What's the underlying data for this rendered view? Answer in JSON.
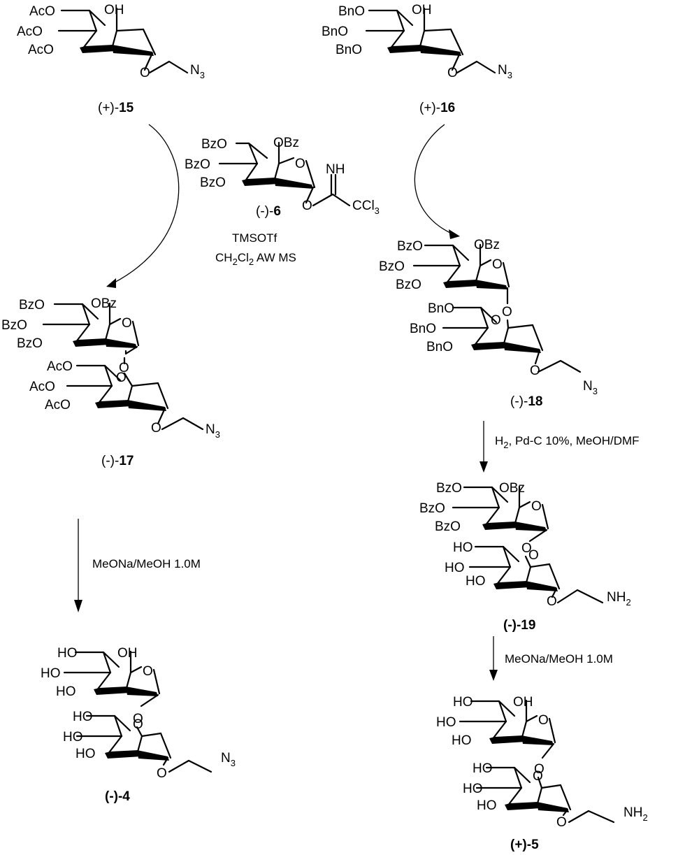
{
  "compounds": {
    "c15": {
      "label_prefix": "(+)-",
      "label_num": "15",
      "subs": [
        "AcO",
        "AcO",
        "AcO",
        "OH"
      ],
      "tail": "N",
      "tail_sub": "3"
    },
    "c16": {
      "label_prefix": "(+)-",
      "label_num": "16",
      "subs": [
        "BnO",
        "BnO",
        "BnO",
        "OH"
      ],
      "tail": "N",
      "tail_sub": "3"
    },
    "c6": {
      "label_prefix": "(-)-",
      "label_num": "6",
      "subs": [
        "BzO",
        "BzO",
        "BzO",
        "OBz"
      ],
      "ring_o": "O",
      "nh": "NH",
      "ccl": "CCl",
      "ccl_sub": "3"
    },
    "c17": {
      "label_prefix": "(-)-",
      "label_num": "17",
      "top_subs": [
        "BzO",
        "BzO",
        "BzO",
        "OBz"
      ],
      "bot_subs": [
        "AcO",
        "AcO",
        "AcO"
      ],
      "tail": "N",
      "tail_sub": "3"
    },
    "c18": {
      "label_prefix": "(-)-",
      "label_num": "18",
      "top_subs": [
        "BzO",
        "BzO",
        "BzO",
        "OBz"
      ],
      "bot_subs": [
        "BnO",
        "BnO",
        "BnO"
      ],
      "tail": "N",
      "tail_sub": "3"
    },
    "c19": {
      "label": "(-)-19",
      "top_subs": [
        "BzO",
        "BzO",
        "BzO",
        "OBz"
      ],
      "bot_subs": [
        "HO",
        "HO",
        "HO"
      ],
      "tail": "NH",
      "tail_sub": "2"
    },
    "c4": {
      "label": "(-)-4",
      "top_subs": [
        "HO",
        "HO",
        "HO",
        "OH"
      ],
      "bot_subs": [
        "HO",
        "HO",
        "HO"
      ],
      "tail": "N",
      "tail_sub": "3"
    },
    "c5": {
      "label": "(+)-5",
      "top_subs": [
        "HO",
        "HO",
        "HO",
        "OH"
      ],
      "bot_subs": [
        "HO",
        "HO",
        "HO"
      ],
      "tail": "NH",
      "tail_sub": "2"
    }
  },
  "atoms": {
    "ring_o": "O",
    "link_o": "O"
  },
  "conditions": {
    "glycosylation_line1": "TMSOTf",
    "glycosylation_line2_a": "CH",
    "glycosylation_line2_sub": "2",
    "glycosylation_line2_b": "Cl",
    "glycosylation_line2_sub2": "2",
    "glycosylation_line2_c": " AW MS",
    "hydrogenation_a": "H",
    "hydrogenation_sub": "2",
    "hydrogenation_b": ", Pd-C 10%, MeOH/DMF",
    "deprotection_left": "MeONa/MeOH 1.0M",
    "deprotection_right": "MeONa/MeOH 1.0M"
  }
}
